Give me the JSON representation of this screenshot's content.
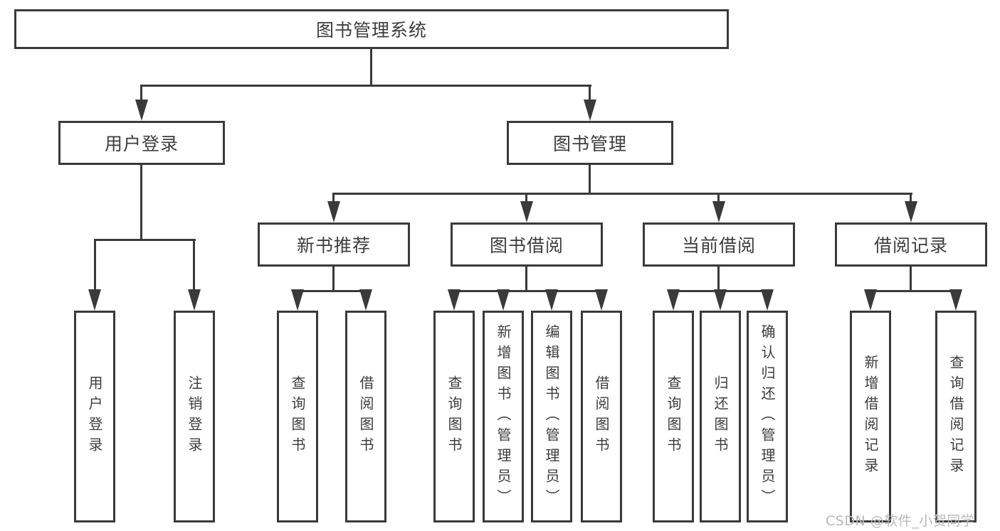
{
  "diagram": {
    "root": {
      "label": "图书管理系统"
    },
    "level2": [
      {
        "id": "user-login",
        "label": "用户登录"
      },
      {
        "id": "book-management",
        "label": "图书管理"
      }
    ],
    "level3": [
      {
        "id": "new-book-recommend",
        "label": "新书推荐"
      },
      {
        "id": "book-borrow",
        "label": "图书借阅"
      },
      {
        "id": "current-borrow",
        "label": "当前借阅"
      },
      {
        "id": "borrow-records",
        "label": "借阅记录"
      }
    ],
    "leaves": {
      "user_login": [
        "用户登录",
        "注销登录"
      ],
      "new_book_recommend": [
        "查询图书",
        "借阅图书"
      ],
      "book_borrow": [
        "查询图书",
        "新增图书（管理员）",
        "编辑图书（管理员）",
        "借阅图书"
      ],
      "current_borrow": [
        "查询图书",
        "归还图书",
        "确认归还（管理员）"
      ],
      "borrow_records": [
        "新增借阅记录",
        "查询借阅记录"
      ]
    },
    "watermark": "CSDN @软件_小贺同学",
    "colors": {
      "line": "#3a3a3a",
      "text": "#3d3d3d",
      "watermark": "#b9b9b9",
      "background": "#ffffff"
    }
  }
}
